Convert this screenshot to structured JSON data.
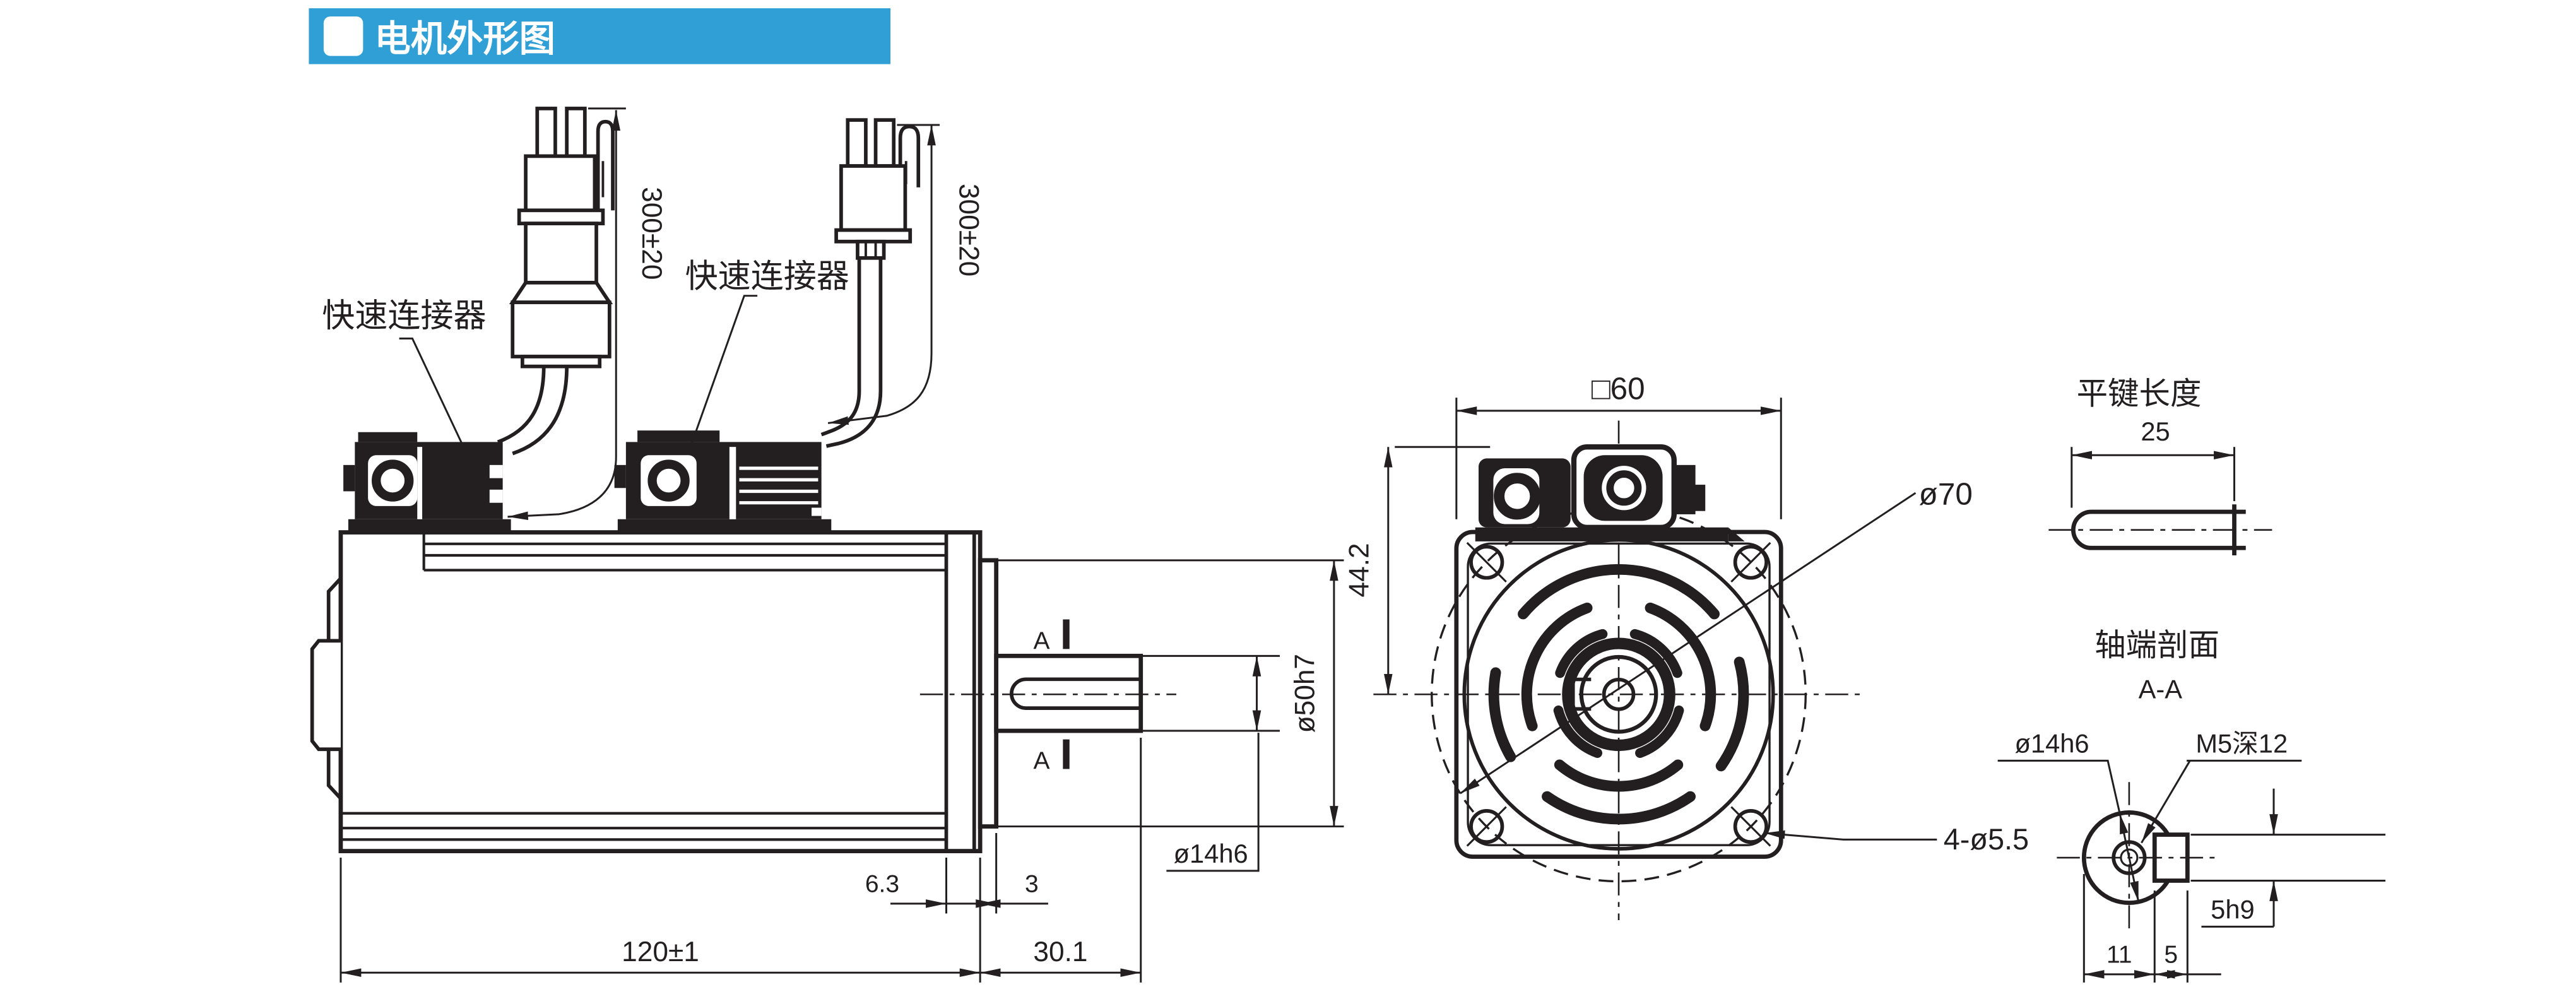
{
  "header": {
    "title": "电机外形图"
  },
  "colors": {
    "banner_blue": "#2f9fd6",
    "ink": "#231f20",
    "paper": "#ffffff"
  },
  "side_view": {
    "label_left": "快速连接器",
    "label_right": "快速连接器",
    "len_left": "300±20",
    "len_right": "300±20",
    "marker_a_top": "A",
    "marker_a_bottom": "A",
    "dim_63": "6.3",
    "dim_3": "3",
    "dim_120": "120±1",
    "dim_301": "30.1",
    "dim_d14": "ø14h6",
    "dim_d50": "ø50h7",
    "dim_442": "44.2"
  },
  "front_view": {
    "dim_60": "□60",
    "dim_70": "ø70",
    "dim_55": "4-ø5.5"
  },
  "key": {
    "title": "平键长度",
    "len": "25"
  },
  "sec": {
    "title": "轴端剖面",
    "aa": "A-A",
    "d14": "ø14h6",
    "m5": "M5深12",
    "k5h9": "5h9",
    "k11": "11",
    "k5": "5"
  }
}
